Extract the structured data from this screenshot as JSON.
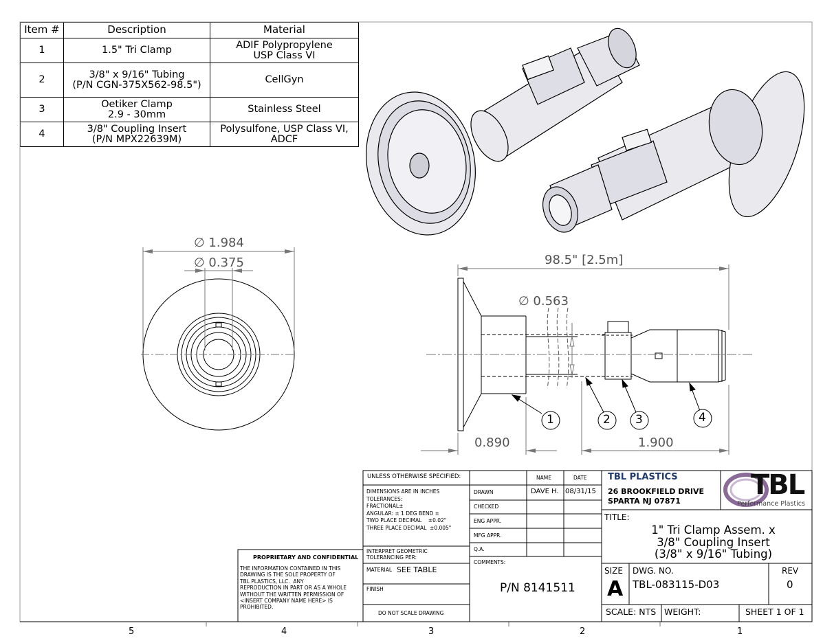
{
  "bom": {
    "headers": [
      "Item #",
      "Description",
      "Material"
    ],
    "rows": [
      {
        "item": "1",
        "description": "1.5\" Tri Clamp",
        "material": "ADIF Polypropylene\nUSP Class VI"
      },
      {
        "item": "2",
        "description": "3/8\" x 9/16\" Tubing\n(P/N CGN-375X562-98.5\")",
        "material": "CellGyn"
      },
      {
        "item": "3",
        "description": "Oetiker Clamp\n2.9 - 30mm",
        "material": "Stainless Steel"
      },
      {
        "item": "4",
        "description": "3/8\" Coupling Insert\n(P/N MPX22639M)",
        "material": "Polysulfone, USP Class VI,\nADCF"
      }
    ]
  },
  "dimensions": {
    "outer_dia": "∅ 1.984",
    "inner_dia": "∅ 0.375",
    "length": "98.5\" [2.5m]",
    "tube_dia": "∅ 0.563",
    "flange_len": "0.890",
    "insert_len": "1.900"
  },
  "balloons": [
    "1",
    "2",
    "3",
    "4"
  ],
  "zones": [
    "5",
    "4",
    "3",
    "2",
    "1"
  ],
  "proprietary": {
    "heading": "PROPRIETARY AND CONFIDENTIAL",
    "body": "THE INFORMATION CONTAINED IN THIS\nDRAWING IS THE SOLE PROPERTY OF\nTBL PLASTICS, LLC.  ANY\nREPRODUCTION IN PART OR AS A WHOLE\nWITHOUT THE WRITTEN PERMISSION OF\n<INSERT COMPANY NAME HERE> IS\nPROHIBITED."
  },
  "title_block": {
    "unless": "UNLESS OTHERWISE SPECIFIED:",
    "tolerances": "DIMENSIONS ARE IN INCHES\nTOLERANCES:\nFRACTIONAL±\nANGULAR: ± 1 DEG BEND ±\nTWO PLACE DECIMAL    ±0.02\"\nTHREE PLACE DECIMAL  ±0.005\"",
    "interpret": "INTERPRET GEOMETRIC\nTOLERANCING PER:",
    "material_label": "MATERIAL",
    "material_value": "SEE TABLE",
    "finish_label": "FINISH",
    "no_scale": "DO NOT SCALE DRAWING",
    "name_header": "NAME",
    "date_header": "DATE",
    "drawn": "DRAWN",
    "drawn_name": "DAVE H.",
    "drawn_date": "08/31/15",
    "checked": "CHECKED",
    "eng_appr": "ENG APPR.",
    "mfg_appr": "MFG APPR.",
    "qa": "Q.A.",
    "comments_label": "COMMENTS:",
    "part_number": "P/N 8141511",
    "company": "TBL PLASTICS",
    "address1": "26 BROOKFIELD DRIVE",
    "address2": "SPARTA NJ 07871",
    "logo_text": "TBL",
    "logo_tagline": "Performance Plastics",
    "title_label": "TITLE:",
    "title": "1\" Tri Clamp Assem. x\n3/8\" Coupling Insert\n(3/8\" x 9/16\" Tubing)",
    "size_label": "SIZE",
    "size_value": "A",
    "dwg_label": "DWG.  NO.",
    "dwg_no": "TBL-083115-D03",
    "rev_label": "REV",
    "rev_value": "0",
    "scale": "SCALE: NTS",
    "weight": "WEIGHT:",
    "sheet": "SHEET 1 OF 1"
  },
  "colors": {
    "line": "#000000",
    "dim": "#555555",
    "part_fill": "#e9e9ee",
    "logo": "#111111"
  }
}
